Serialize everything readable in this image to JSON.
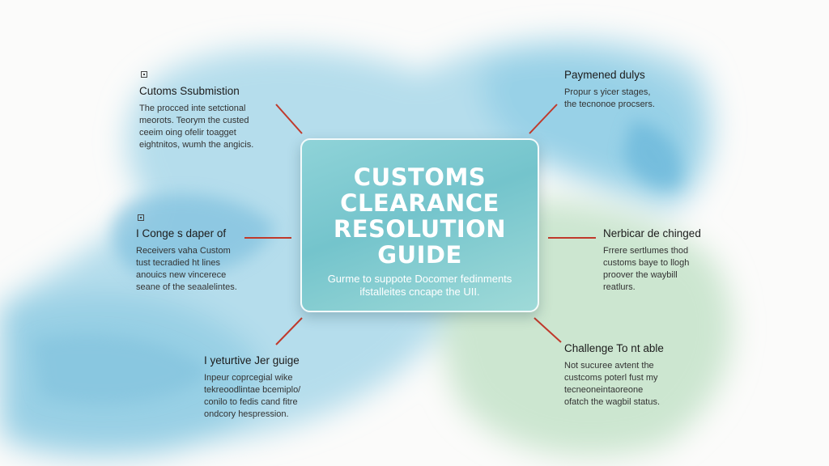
{
  "center": {
    "title_lines": [
      "CUSTOMS",
      "CLEARANCE",
      "RESOLUTION",
      "GUIDE"
    ],
    "subtitle_lines": [
      "Gurme to suppote Docomer fedinments",
      "ifstalleites cncape the UII."
    ]
  },
  "blocks": {
    "top_left": {
      "title": "Cutoms Ssubmistion",
      "lines": [
        "The procced inte setctional",
        "meorots. Teorym the custed",
        "ceeim oing ofelir toagget",
        "eightnitos, wumh the angicis."
      ]
    },
    "mid_left": {
      "title": "I Conge s daper of",
      "lines": [
        "Receivers vaha Custom",
        "tust tecradied ht lines",
        "anouics new vincerece",
        "seane of the seaalelintes."
      ]
    },
    "bottom_left": {
      "title": "I yeturtive Jer guige",
      "lines": [
        "Inpeur coprcegial wike",
        "tekreoodlintae bcemiplo/",
        "conilo to fedis cand fitre",
        "ondcory hespression."
      ]
    },
    "top_right": {
      "title": "Paymened dulys",
      "lines": [
        "Propur s yicer stages,",
        "the tecnonoe procsers."
      ]
    },
    "mid_right": {
      "title": "Nerbicar de chinged",
      "lines": [
        "Frrere sertlumes thod",
        "customs baye to llogh",
        "proover the waybill",
        "reatlurs."
      ]
    },
    "bottom_right": {
      "title": "Challenge To nt able",
      "lines": [
        "Not sucuree avtent the",
        "custcoms poterl fust my",
        "tecneoneintaoreone",
        "ofatch the wagbil status."
      ]
    }
  },
  "colors": {
    "connector": "#c0392b",
    "card_text": "#ffffff",
    "wash_blue": "#7cc4df",
    "wash_green": "#b9dcc0"
  }
}
